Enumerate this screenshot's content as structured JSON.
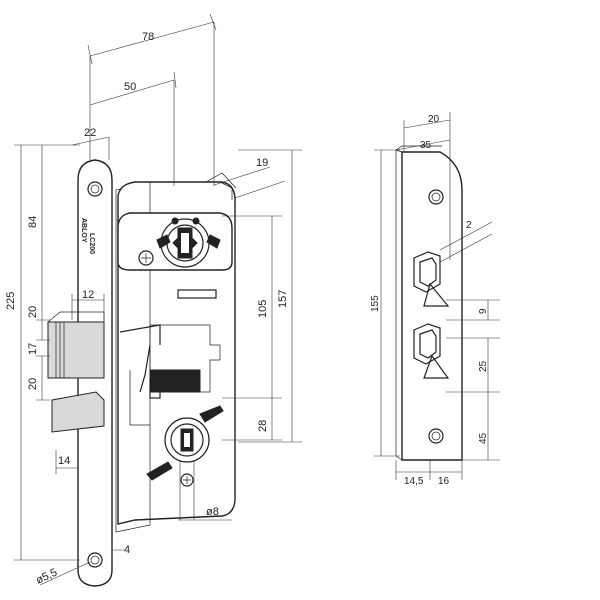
{
  "drawing": {
    "brand_label": "ABLOY",
    "model_label": "LC200"
  },
  "lock_dims": {
    "d78": "78",
    "d50": "50",
    "d22": "22",
    "d19": "19",
    "d225": "225",
    "d84": "84",
    "d12": "12",
    "d20a": "20",
    "d17": "17",
    "d20b": "20",
    "d105": "105",
    "d157": "157",
    "d28": "28",
    "d14": "14",
    "dia8": "ø8",
    "d4": "4",
    "dia55": "ø5,5"
  },
  "plate_dims": {
    "d20": "20",
    "d35": "35",
    "d2": "2",
    "d155": "155",
    "d9": "9",
    "d25": "25",
    "d45": "45",
    "d145": "14,5",
    "d16": "16"
  },
  "colors": {
    "line": "#222222",
    "shade": "#d9d9d9",
    "background": "#ffffff"
  }
}
